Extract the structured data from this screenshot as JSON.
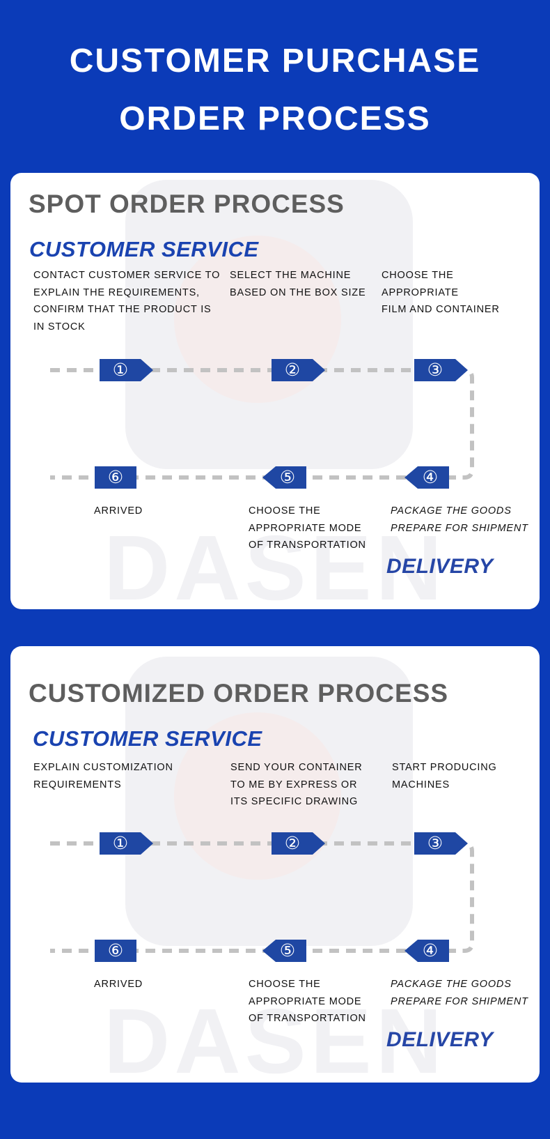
{
  "header": {
    "title_line1": "CUSTOMER PURCHASE",
    "title_line2": "ORDER PROCESS"
  },
  "colors": {
    "page_bg": "#0b3bb8",
    "badge": "#1f47a3",
    "dash": "#c2c2c2",
    "accent_text": "#1a43b0"
  },
  "watermark": {
    "text": "DASEN"
  },
  "spot": {
    "title": "SPOT ORDER PROCESS",
    "subtitle": "CUSTOMER SERVICE",
    "steps": [
      {
        "num": "①",
        "text": "CONTACT CUSTOMER SERVICE TO\nEXPLAIN THE REQUIREMENTS,\nCONFIRM THAT THE PRODUCT  IS\nIN STOCK"
      },
      {
        "num": "②",
        "text": "SELECT THE MACHINE\nBASED ON THE BOX SIZE"
      },
      {
        "num": "③",
        "text": "CHOOSE THE\nAPPROPRIATE\nFILM AND CONTAINER"
      },
      {
        "num": "④",
        "text": "PACKAGE THE GOODS\nPREPARE FOR SHIPMENT"
      },
      {
        "num": "⑤",
        "text": "CHOOSE THE\nAPPROPRIATE MODE\nOF TRANSPORTATION"
      },
      {
        "num": "⑥",
        "text": "ARRIVED"
      }
    ],
    "delivery": "DELIVERY"
  },
  "custom": {
    "title": "CUSTOMIZED ORDER PROCESS",
    "subtitle": "CUSTOMER SERVICE",
    "steps": [
      {
        "num": "①",
        "text": "EXPLAIN CUSTOMIZATION\nREQUIREMENTS"
      },
      {
        "num": "②",
        "text": "SEND YOUR CONTAINER\nTO ME BY EXPRESS OR\nITS SPECIFIC DRAWING"
      },
      {
        "num": "③",
        "text": "START PRODUCING\nMACHINES"
      },
      {
        "num": "④",
        "text": "PACKAGE THE GOODS\nPREPARE FOR SHIPMENT"
      },
      {
        "num": "⑤",
        "text": "CHOOSE THE\nAPPROPRIATE MODE\nOF TRANSPORTATION"
      },
      {
        "num": "⑥",
        "text": "ARRIVED"
      }
    ],
    "delivery": "DELIVERY"
  }
}
